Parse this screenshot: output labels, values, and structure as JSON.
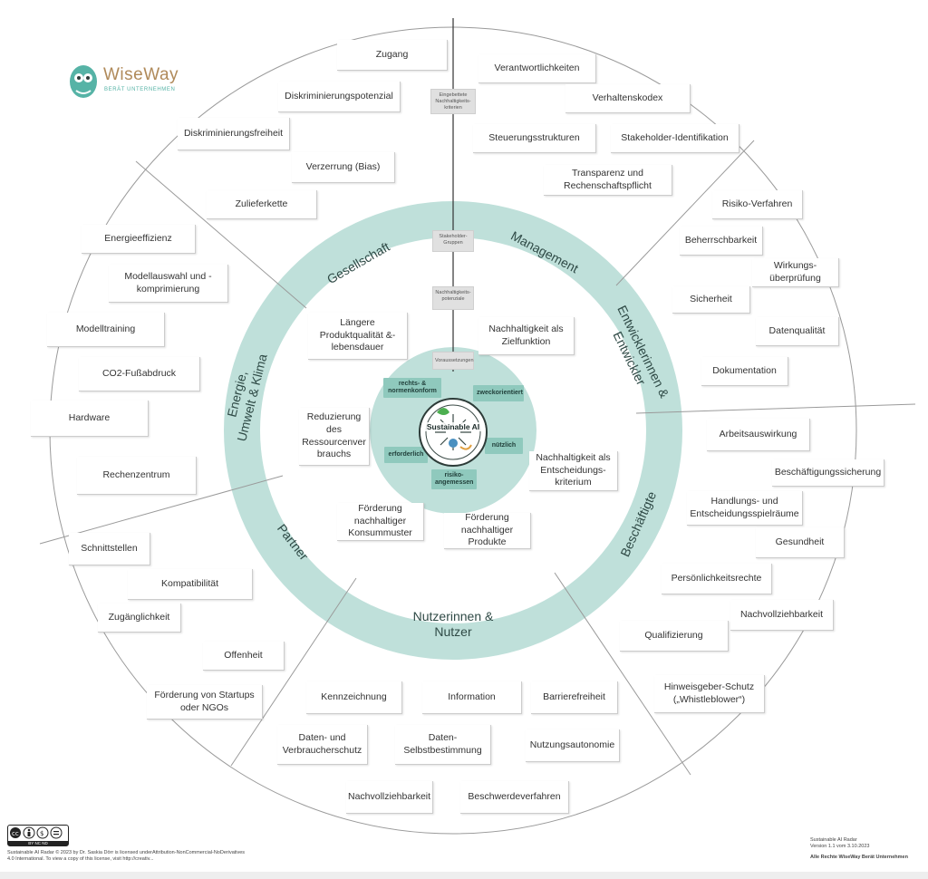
{
  "logo": {
    "name": "WiseWay",
    "sub": "BERÄT UNTERNEHMEN"
  },
  "center": {
    "title": "Sustainable AI"
  },
  "markers": {
    "eingebettete": "Eingebettete Nachhaltigkeits-kriterien",
    "stakeholder": "Stakeholder-Gruppen",
    "potenziale": "Nachhaltigkeits-potenziale",
    "voraussetzungen": "Voraussetzungen"
  },
  "prerequisites": {
    "rechts": "rechts- & normenkonform",
    "zweck": "zweckorientiert",
    "erforderlich": "erforderlich",
    "nuetzlich": "nützlich",
    "risiko": "risiko-angemessen"
  },
  "sectors": {
    "gesellschaft": "Gesellschaft",
    "management": "Management",
    "entwickler": "Entwicklerinnen & Entwickler",
    "beschaeftigte": "Beschäftigte",
    "nutzer": "Nutzerinnen & Nutzer",
    "partner": "Partner",
    "energie": "Energie, Umwelt & Klima"
  },
  "potentials": {
    "produktqualitaet": "Längere Produktqualität &-lebensdauer",
    "zielfunktion": "Nachhaltigkeit als Zielfunktion",
    "ressourcen": "Reduzierung des Ressourcenver brauchs",
    "entscheidung": "Nachhaltigkeit als Entscheidungs-kriterium",
    "konsum": "Förderung nachhaltiger Konsummuster",
    "produkte": "Förderung nachhaltiger Produkte"
  },
  "criteria": {
    "zugang": "Zugang",
    "diskpot": "Diskriminierungspotenzial",
    "diskfrei": "Diskriminierungsfreiheit",
    "bias": "Verzerrung (Bias)",
    "zuliefer": "Zulieferkette",
    "verantwort": "Verantwortlichkeiten",
    "kodex": "Verhaltenskodex",
    "steuerung": "Steuerungsstrukturen",
    "stakeid": "Stakeholder-Identifikation",
    "transparenz": "Transparenz und Rechenschaftspflicht",
    "risiko": "Risiko-Verfahren",
    "beherrsch": "Beherrschbarkeit",
    "wirkung": "Wirkungs-überprüfung",
    "sicherheit": "Sicherheit",
    "datenqual": "Datenqualität",
    "doku": "Dokumentation",
    "arbeit": "Arbeitsauswirkung",
    "beschsich": "Beschäftigungssicherung",
    "handlung": "Handlungs- und Entscheidungsspielräume",
    "gesundheit": "Gesundheit",
    "persoenlich": "Persönlichkeitsrechte",
    "nachvollz1": "Nachvollziehbarkeit",
    "quali": "Qualifizierung",
    "hinweis": "Hinweisgeber-Schutz („Whistleblower“)",
    "energieeff": "Energieeffizienz",
    "modellauswahl": "Modellauswahl und -komprimierung",
    "modelltraining": "Modelltraining",
    "co2": "CO2-Fußabdruck",
    "hardware": "Hardware",
    "rechenzentrum": "Rechenzentrum",
    "schnittstellen": "Schnittstellen",
    "kompat": "Kompatibilität",
    "zugaenglich": "Zugänglichkeit",
    "offenheit": "Offenheit",
    "startups": "Förderung von Startups oder NGOs",
    "kennzeichnung": "Kennzeichnung",
    "information": "Information",
    "barriere": "Barrierefreiheit",
    "verbraucher": "Daten- und Verbraucherschutz",
    "selbstbest": "Daten-Selbstbestimmung",
    "autonomie": "Nutzungsautonomie",
    "nachvollz2": "Nachvollziehbarkeit",
    "beschwerde": "Beschwerdeverfahren"
  },
  "footer": {
    "license": "Sustainable AI Radar © 2023 by Dr. Saskia Dörr is licensed underAttribution-NonCommercial-NoDerivatives 4.0 International. To view a copy of this license, visit http://creativ...",
    "cc": "BY NC ND",
    "title": "Sustainable AI Radar",
    "version": "Version 1.1 vom 3.10.2023",
    "rights": "Alle Rechte WiseWay Berät Unternehmen"
  },
  "colors": {
    "ring": "#bfe0da",
    "inner": "#bfe0da",
    "tag": "#8fc9bd",
    "line": "#9a9a9a"
  }
}
